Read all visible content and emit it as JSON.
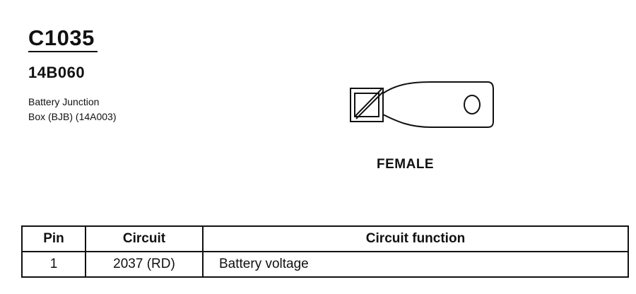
{
  "connector": {
    "id": "C1035",
    "part_number": "14B060",
    "description_line1": "Battery Junction",
    "description_line2": "Box (BJB) (14A003)"
  },
  "terminal": {
    "gender": "FEMALE",
    "icon": "female-terminal-icon"
  },
  "pin_table": {
    "headers": [
      "Pin",
      "Circuit",
      "Circuit function"
    ],
    "rows": [
      [
        "1",
        "2037 (RD)",
        "Battery voltage"
      ]
    ]
  }
}
